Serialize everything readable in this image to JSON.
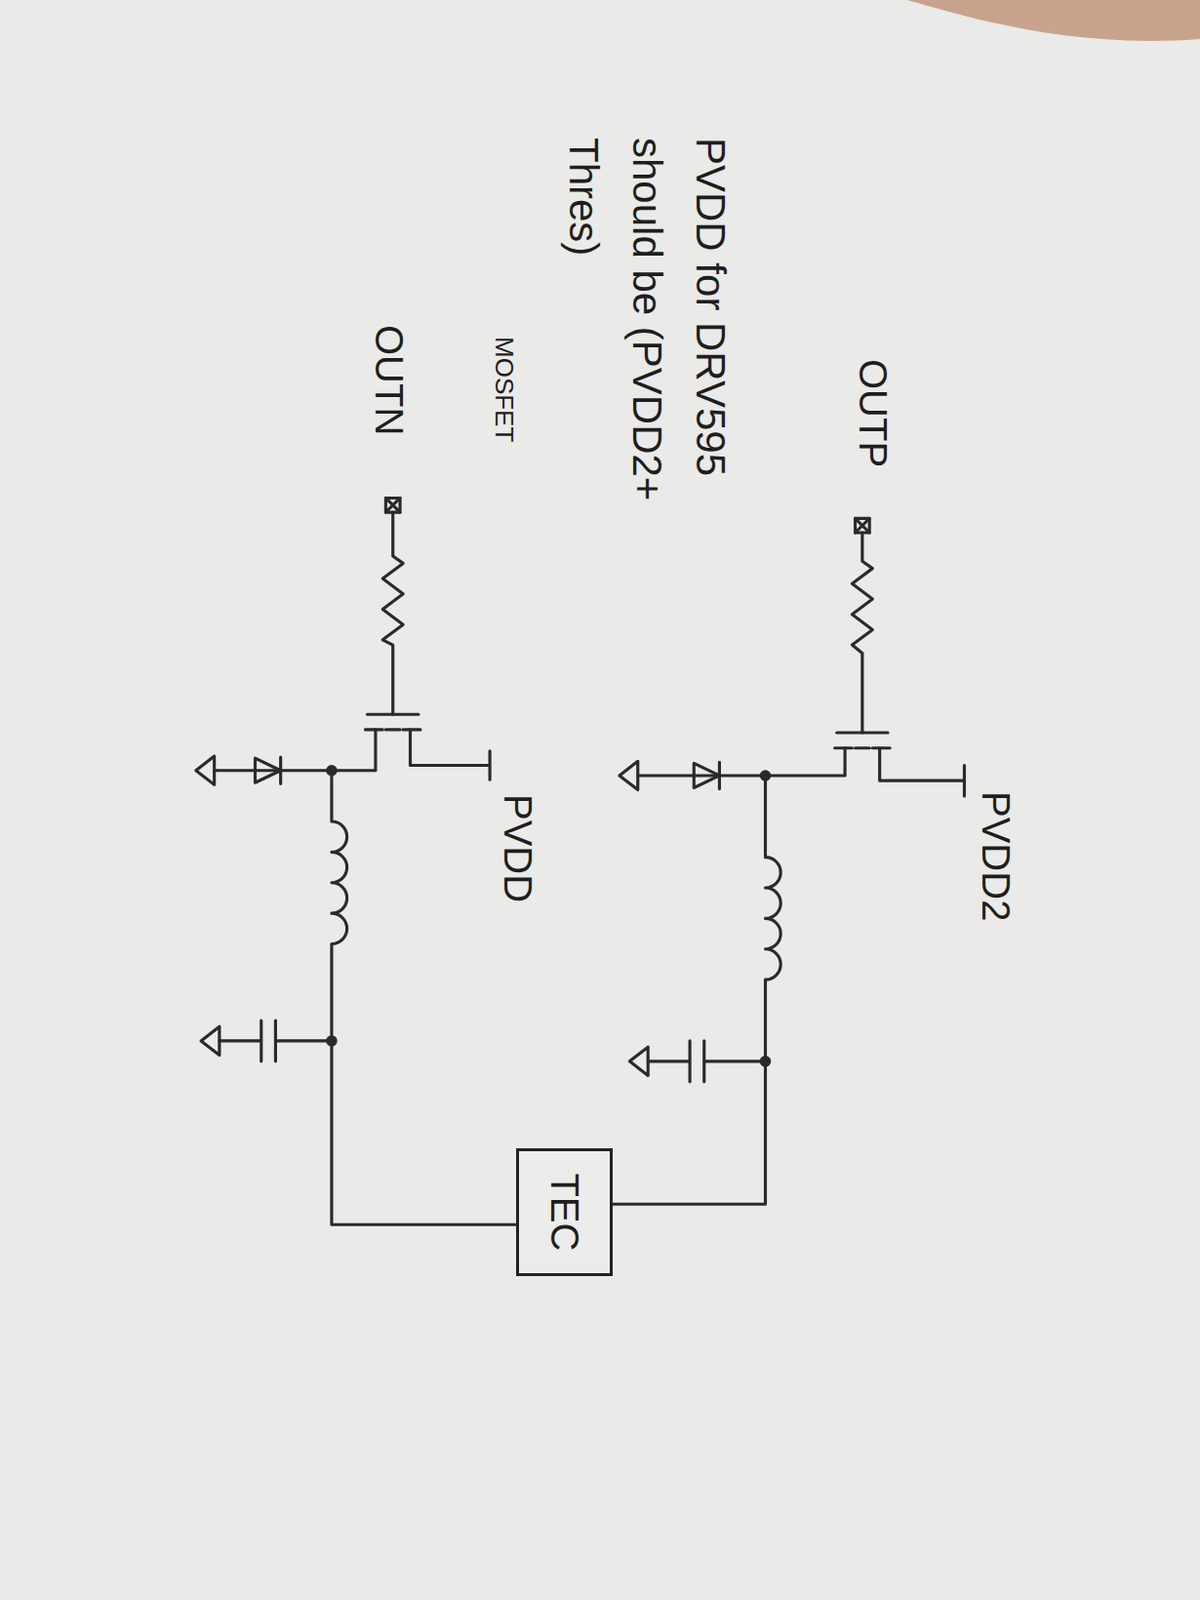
{
  "diagram": {
    "nodes": [
      {
        "text": [
          "TEC"
        ]
      }
    ],
    "labels": [
      "OUTP",
      "PVDD2",
      "PVDD for DRV595 should be (PVDD2+ Thres)",
      "MOSFET",
      "OUTN",
      "PVDD"
    ]
  }
}
